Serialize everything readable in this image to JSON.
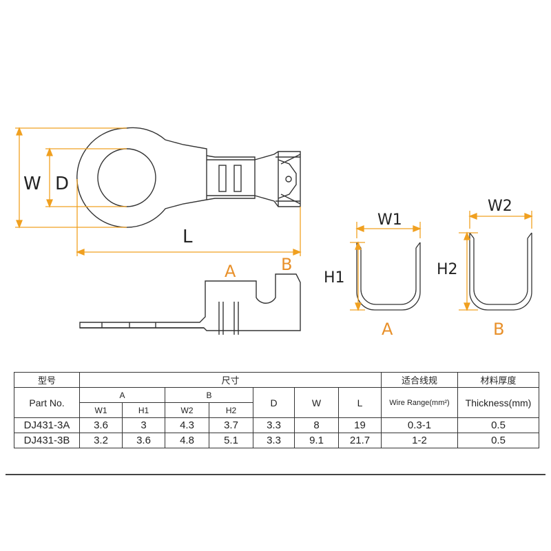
{
  "colors": {
    "dim": "#f0a020",
    "outline": "#333333",
    "text": "#222222",
    "orange_text": "#e8902a"
  },
  "drawing": {
    "labels": {
      "W": "W",
      "D": "D",
      "L": "L",
      "A_top": "A",
      "B_top": "B",
      "W1": "W1",
      "H1": "H1",
      "A_bottom": "A",
      "W2": "W2",
      "H2": "H2",
      "B_bottom": "B"
    }
  },
  "table": {
    "h_model_zh": "型号",
    "h_size_zh": "尺寸",
    "h_wire_zh": "适合线规",
    "h_thick_zh": "材料厚度",
    "h_part": "Part No.",
    "h_A": "A",
    "h_B": "B",
    "h_D": "D",
    "h_W": "W",
    "h_L": "L",
    "h_wire": "Wire Range(mm²)",
    "h_thick": "Thickness(mm)",
    "h_W1": "W1",
    "h_H1": "H1",
    "h_W2": "W2",
    "h_H2": "H2",
    "rows": [
      {
        "part": "DJ431-3A",
        "W1": "3.6",
        "H1": "3",
        "W2": "4.3",
        "H2": "3.7",
        "D": "3.3",
        "W": "8",
        "L": "19",
        "wire": "0.3-1",
        "thick": "0.5"
      },
      {
        "part": "DJ431-3B",
        "W1": "3.2",
        "H1": "3.6",
        "W2": "4.8",
        "H2": "5.1",
        "D": "3.3",
        "W": "9.1",
        "L": "21.7",
        "wire": "1-2",
        "thick": "0.5"
      }
    ]
  }
}
